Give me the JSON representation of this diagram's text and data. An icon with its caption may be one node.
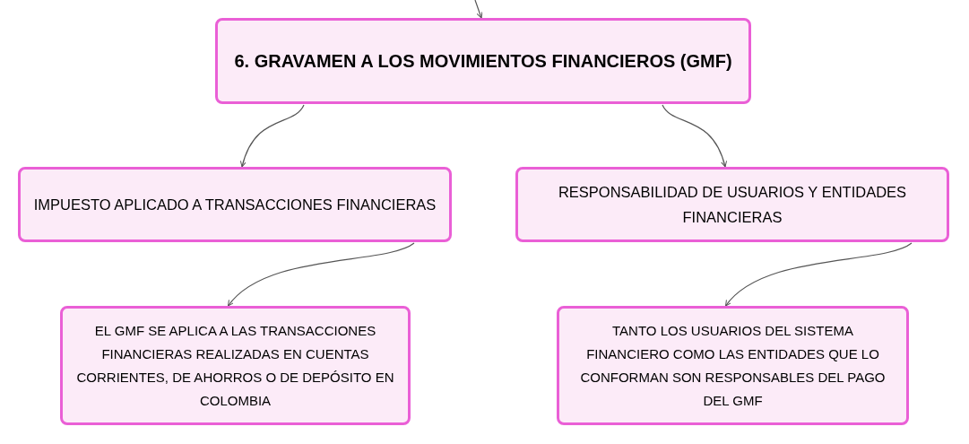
{
  "diagram": {
    "nodes": [
      {
        "text": [
          "6. GRAVAMEN A LOS MOVIMIENTOS FINANCIEROS (GMF)"
        ]
      },
      {
        "text": [
          "IMPUESTO APLICADO A TRANSACCIONES FINANCIERAS"
        ]
      },
      {
        "text": [
          "RESPONSABILIDAD DE USUARIOS Y ENTIDADES FINANCIERAS"
        ]
      },
      {
        "text": [
          "EL GMF SE APLICA A LAS TRANSACCIONES FINANCIERAS REALIZADAS EN CUENTAS CORRIENTES, DE AHORROS O DE DEPÓSITO EN COLOMBIA"
        ]
      },
      {
        "text": [
          "TANTO LOS USUARIOS DEL SISTEMA FINANCIERO COMO LAS ENTIDADES QUE LO CONFORMAN SON RESPONSABLES DEL PAGO DEL GMF"
        ]
      }
    ],
    "edges": [
      {
        "from": null,
        "to": 0,
        "arrow": "to"
      },
      {
        "from": 0,
        "to": 1,
        "arrow": "to"
      },
      {
        "from": 0,
        "to": 2,
        "arrow": "to"
      },
      {
        "from": 1,
        "to": 3,
        "arrow": "to"
      },
      {
        "from": 2,
        "to": 4,
        "arrow": "to"
      }
    ]
  }
}
